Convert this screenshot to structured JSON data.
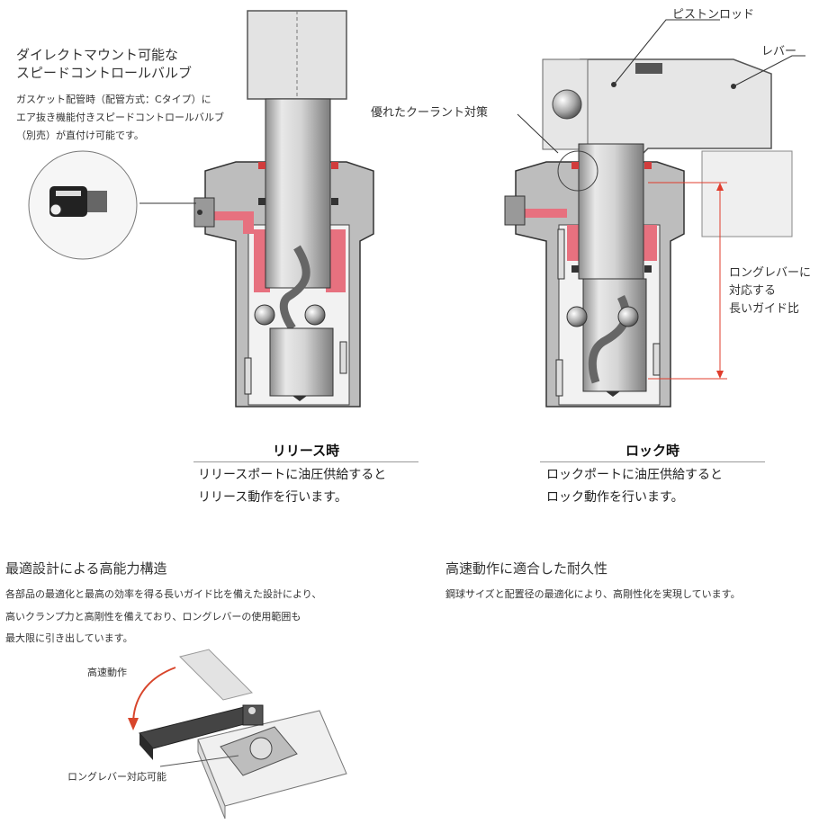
{
  "valve_callout": {
    "title_line1": "ダイレクトマウント可能な",
    "title_line2": "スピードコントロールバルブ",
    "desc_line1": "ガスケット配管時（配管方式：Cタイプ）に",
    "desc_line2": "エア抜き機能付きスピードコントロールバルブ",
    "desc_line3": "（別売）が直付け可能です。"
  },
  "labels": {
    "piston_rod": "ピストンロッド",
    "lever": "レバー",
    "coolant": "優れたクーラント対策",
    "long_guide_line1": "ロングレバーに",
    "long_guide_line2": "対応する",
    "long_guide_line3": "長いガイド比"
  },
  "release": {
    "title": "リリース時",
    "desc_line1": "リリースポートに油圧供給すると",
    "desc_line2": "リリース動作を行います。"
  },
  "lock": {
    "title": "ロック時",
    "desc_line1": "ロックポートに油圧供給すると",
    "desc_line2": "ロック動作を行います。"
  },
  "section_design": {
    "heading": "最適設計による高能力構造",
    "line1": "各部品の最適化と最高の効率を得る長いガイド比を備えた設計により、",
    "line2": "高いクランプ力と高剛性を備えており、ロングレバーの使用範囲も",
    "line3": "最大限に引き出しています。"
  },
  "section_speed": {
    "heading": "高速動作に適合した耐久性",
    "line1": "鋼球サイズと配置径の最適化により、高剛性化を実現しています。"
  },
  "illustration": {
    "high_speed": "高速動作",
    "long_lever": "ロングレバー対応可能"
  },
  "colors": {
    "oil": "#e7717f",
    "body_gray": "#bdbdbd",
    "accent_red": "#e03c2c"
  }
}
